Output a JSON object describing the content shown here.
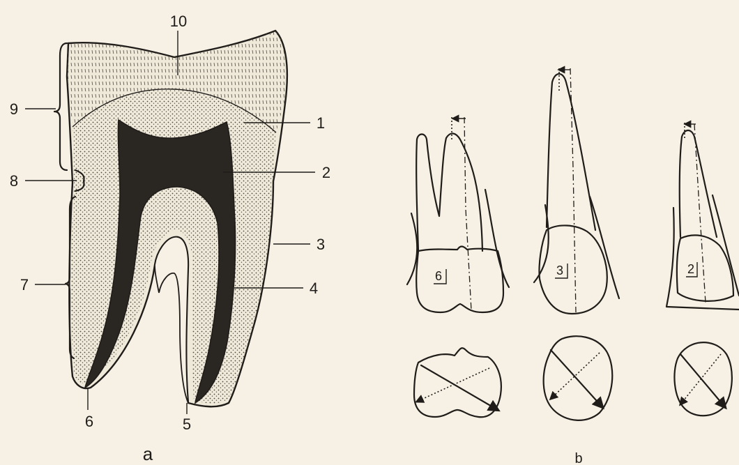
{
  "panel_a": {
    "label": "a",
    "callouts": [
      "1",
      "2",
      "3",
      "4",
      "5",
      "6",
      "7",
      "8",
      "9",
      "10"
    ]
  },
  "panel_b": {
    "label": "b",
    "teeth": [
      {
        "mark": "6"
      },
      {
        "mark": "3"
      },
      {
        "mark": "2"
      }
    ]
  },
  "colors": {
    "paper": "#f6f1e4",
    "ink": "#1f1c19",
    "enamel_fill": "#efe9da",
    "dentin_fill": "#e3dac6",
    "pulp_fill": "#2a2622"
  }
}
